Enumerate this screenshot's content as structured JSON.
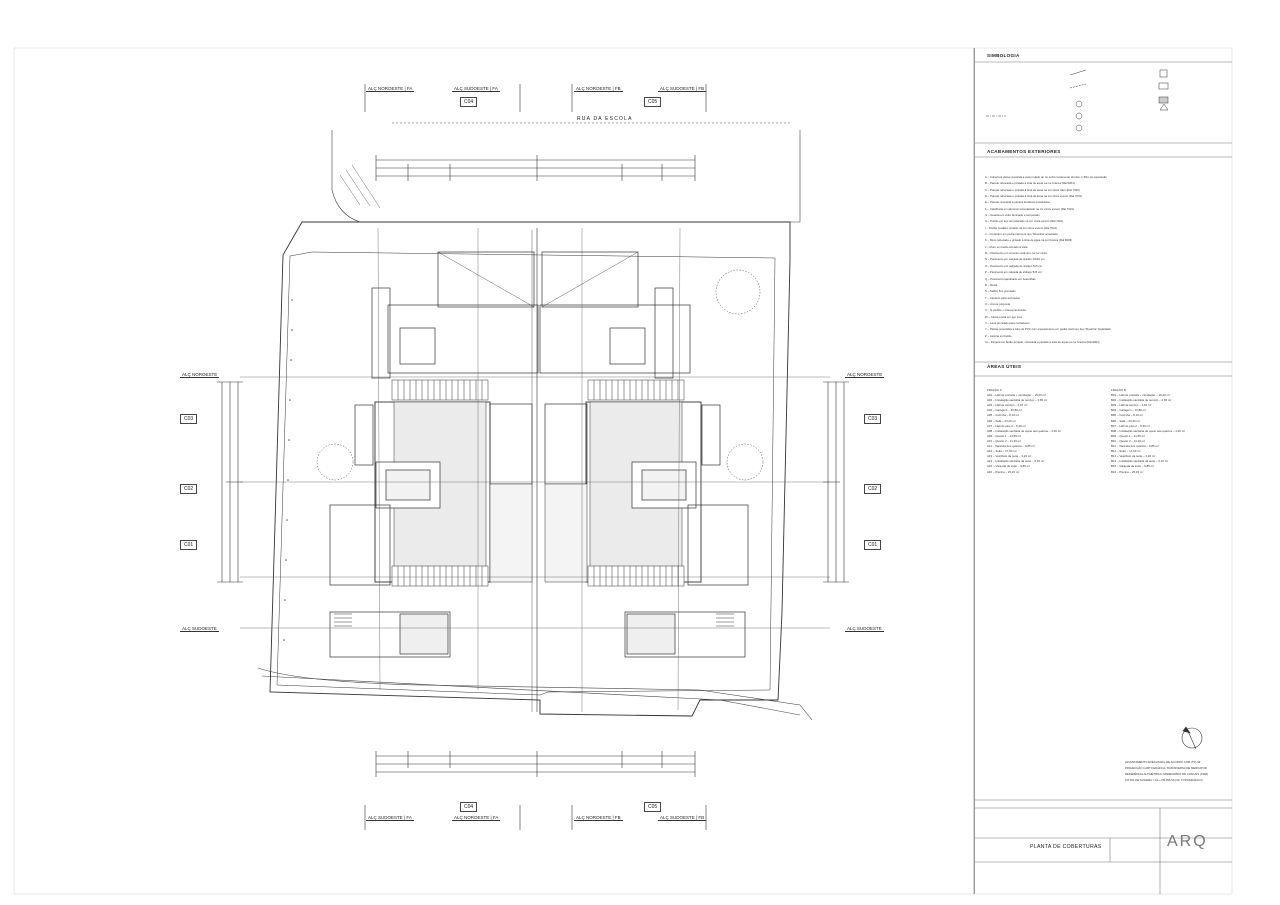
{
  "plan": {
    "title": "PLANTA DE COBERTURAS",
    "street": "RUA DA ESCOLA",
    "section_tags": [
      "C04",
      "C05",
      "C03",
      "C02",
      "C01",
      "C03",
      "C02",
      "C01",
      "C04",
      "C05"
    ],
    "elevation_labels": {
      "top": [
        "ALÇ NOROESTE | FA",
        "ALÇ SUDOESTE | FA",
        "ALÇ NOROESTE | FB",
        "ALÇ SUDOESTE | FB"
      ],
      "bottom": [
        "ALÇ SUDOESTE | FA",
        "ALÇ NOROESTE | FA",
        "ALÇ NOROESTE | FB",
        "ALÇ SUDOESTE | FB"
      ],
      "left": [
        "ALÇ NOROESTE",
        "ALÇ SUDOESTE"
      ],
      "right": [
        "ALÇ NOROESTE",
        "ALÇ SUDOESTE"
      ]
    }
  },
  "legend": {
    "symbology_title": "SIMBOLOGIA",
    "finishes_title": "ACABAMENTOS EXTERIORES",
    "finishes_items": [
      "A – Cobertura plana revestida a seixo rolado de rio sobre isolamento térmico c/ filtro de separação",
      "B – Parede rebocada e pintada à tinta de areia na cor branca (Ral 9003)",
      "C – Parede rebocada e pintada à tinta de areia na cor cinza claro (Ral 7040)",
      "D – Parede rebocada e pintada à tinta de areia na cor cinza escuro (Ral 7031)",
      "E – Parede revestida a painéis fenólicos encaixados",
      "F – Caixilharia em alumínio termolacado na cor cinza escuro (Ral 7021)",
      "G – Guarda em vidro laminado e temperado",
      "H – Portão em aço termolacado na cor cinza escuro (Ral 7021)",
      "I – Portão metálico pintado na cor cinza escuro (Ral 7021)",
      "J – Contentor em pedra mármore tipo \"Rosinha\" amaciada",
      "K – Muro rebocado e pintado à tinta de água na cor branca (Ral 9003)",
      "L – Muro em betão armado à vista",
      "M – Pavimento em cimento cerâmico na cor cinza",
      "N – Pavimento em calçada de granito 10x10 cm",
      "O – Pavimento em calçada de vidraço 5x5 cm",
      "P – Pavimento em calçada de vidraço 5x5 cm",
      "Q – Pavimento ajardinado em betonilhas",
      "R – Relva",
      "S – Saibro fino prensado",
      "T – Canteiro para arvoredos",
      "U – Árvore proposta",
      "V – Ip pedido + Intercomunicador",
      "W – Caixa postal em aço inox",
      "X – Lava prensado para contadores",
      "Y – Placas revestidas a tubo de PVC com espaçamento em pedra mármore tipo \"Rosinha\" bujardada",
      "Z – Lâmina em betão",
      "AI – Pérgula em betão armado, rebocada e pintada à tinta de areia na cor branca (Ral 9003)"
    ],
    "areas_title": "ÁREAS ÚTEIS",
    "fraction_a_title": "FRAÇÃO A",
    "fraction_a": [
      "A01 – Hall de entrada + circulação – 15,20 m²",
      "A02 – Instalação sanitária de serviço – 2,65 m²",
      "A03 – Hall de serviço – 4,10 m²",
      "A04 – Garagem – 16,80 m²",
      "A05 – Cozinha – 8,10 m²",
      "A06 – Sala – 23,40 m²",
      "A07 – Hall do piso 2 – 5,30 m²",
      "A08 – Instalação sanitária de apoio aos quartos – 4,40 m²",
      "A09 – Quarto 1 – 11,55 m²",
      "A10 – Quarto 2 – 11,20 m²",
      "A11 – Varanda dos quartos – 9,85 m²",
      "A12 – Suite – 17,60 m²",
      "A13 – Vestíbulo da suite – 3,20 m²",
      "A14 – Instalação sanitária da suite – 6,15 m²",
      "A15 – Varanda da suite – 9,85 m²",
      "A16 – Piscina – 25,15 m²"
    ],
    "fraction_b_title": "FRAÇÃO B",
    "fraction_b": [
      "B01 – Hall de entrada + circulação – 15,20 m²",
      "B02 – Instalação sanitária de serviço – 2,65 m²",
      "B03 – Hall de serviço – 4,10 m²",
      "B04 – Garagem – 16,80 m²",
      "B05 – Cozinha – 8,10 m²",
      "B06 – Sala – 23,40 m²",
      "B07 – Hall do piso 2 – 5,30 m²",
      "B08 – Instalação sanitária de apoio aos quartos – 4,40 m²",
      "B09 – Quarto 1 – 11,55 m²",
      "B10 – Quarto 2 – 11,20 m²",
      "B11 – Varanda dos quartos – 9,85 m²",
      "B12 – Suite – 17,60 m²",
      "B13 – Vestíbulo da suite – 3,20 m²",
      "B14 – Instalação sanitária da suite – 6,15 m²",
      "B15 – Varanda da suite – 9,85 m²",
      "B16 – Piscina – 25,15 m²"
    ],
    "survey_note": [
      "LEVANTAMENTO EXECUTADO DE ACORDO COM (TP) 99",
      "PROJECÇÃO CARTOGRÁFICA: TRANSVERSA DE MERCATOR",
      "REFERÊNCIA ALTIMÉTRICA: MAREGRAFO DE CASCAIS (1938)",
      "COTAS DE SOLEIRA = FA + FB 296,50 (CF. TOPOGRÁFICO)"
    ],
    "sheet_code": "ARQ"
  }
}
